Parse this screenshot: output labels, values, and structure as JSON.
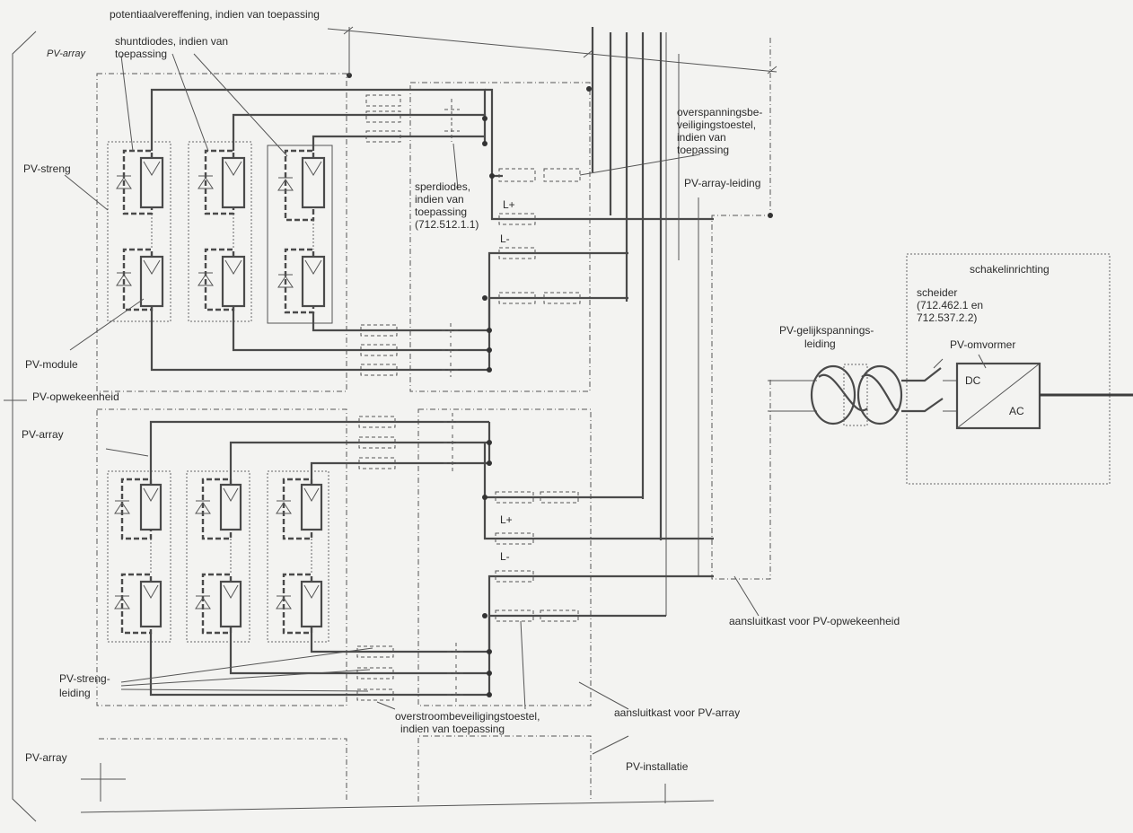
{
  "labels": {
    "potentiaal": "potentiaalvereffening, indien van toepassing",
    "pv_array_top": "PV-array",
    "shuntdiodes_1": "shuntdiodes, indien van",
    "shuntdiodes_2": "toepassing",
    "overspanning_1": "overspanningsbe-",
    "overspanning_2": "veiligingstoestel,",
    "overspanning_3": "indien van",
    "overspanning_4": "toepassing",
    "pv_streng": "PV-streng",
    "sperdiodes_1": "sperdiodes,",
    "sperdiodes_2": "indien van",
    "sperdiodes_3": "toepassing",
    "sperdiodes_4": "(712.512.1.1)",
    "l_plus": "L+",
    "l_minus": "L-",
    "pv_array_leiding": "PV-array-leiding",
    "pv_module": "PV-module",
    "pv_opwekeenheid": "PV-opwekeenheid",
    "pv_array_mid": "PV-array",
    "schakelinrichting": "schakelinrichting",
    "scheider_1": "scheider",
    "scheider_2": "(712.462.1 en",
    "scheider_3": "712.537.2.2)",
    "gelijkspanning_1": "PV-gelijkspannings-",
    "gelijkspanning_2": "leiding",
    "omvormer": "PV-omvormer",
    "dc": "DC",
    "ac": "AC",
    "aansluitkast_opwek": "aansluitkast voor PV-opwekeenheid",
    "strengleiding_1": "PV-streng-",
    "strengleiding_2": "leiding",
    "overstroom_1": "overstroombeveiligingstoestel,",
    "overstroom_2": "indien van toepassing",
    "aansluitkast_array": "aansluitkast voor PV-array",
    "pv_array_bottom": "PV-array",
    "pv_installatie": "PV-installatie"
  }
}
